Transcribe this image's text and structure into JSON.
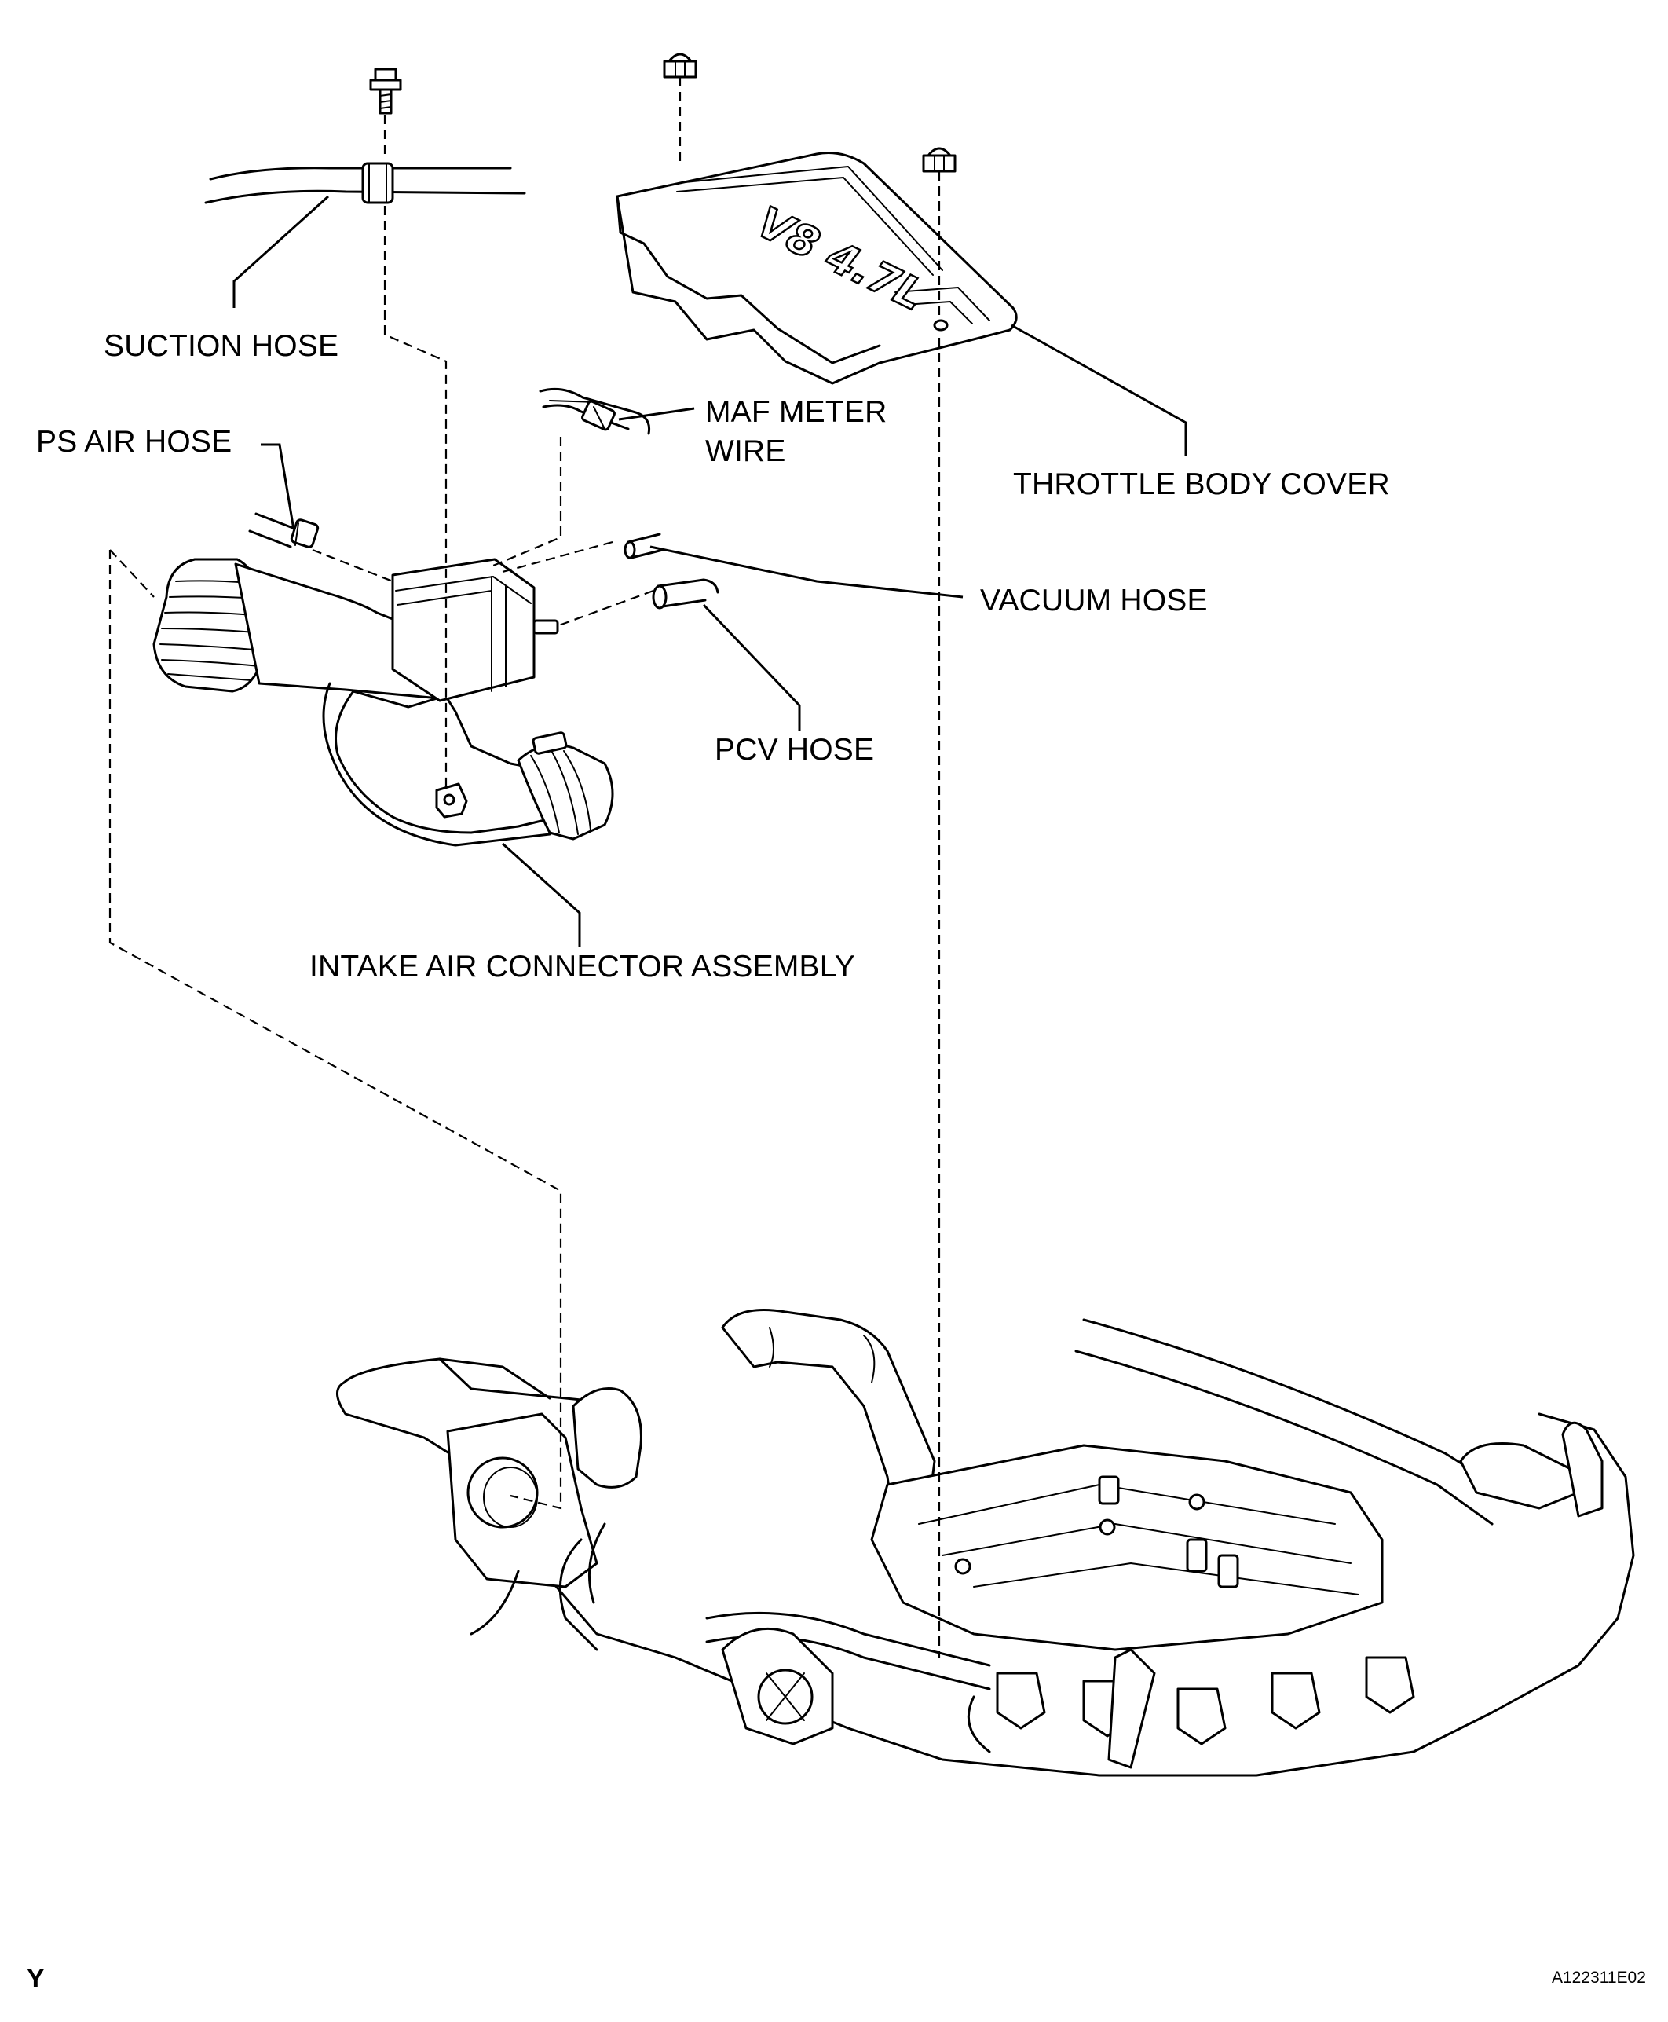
{
  "labels": {
    "suction_hose": "SUCTION HOSE",
    "ps_air_hose": "PS AIR HOSE",
    "maf_meter_wire_line1": "MAF METER",
    "maf_meter_wire_line2": "WIRE",
    "throttle_body_cover": "THROTTLE BODY COVER",
    "vacuum_hose": "VACUUM HOSE",
    "pcv_hose": "PCV HOSE",
    "intake_air_connector_assembly": "INTAKE AIR CONNECTOR ASSEMBLY"
  },
  "cover_marking": "V8 4.7L",
  "corner_mark": "Y",
  "figure_code": "A122311E02",
  "colors": {
    "ink": "#000000",
    "paper": "#ffffff"
  }
}
